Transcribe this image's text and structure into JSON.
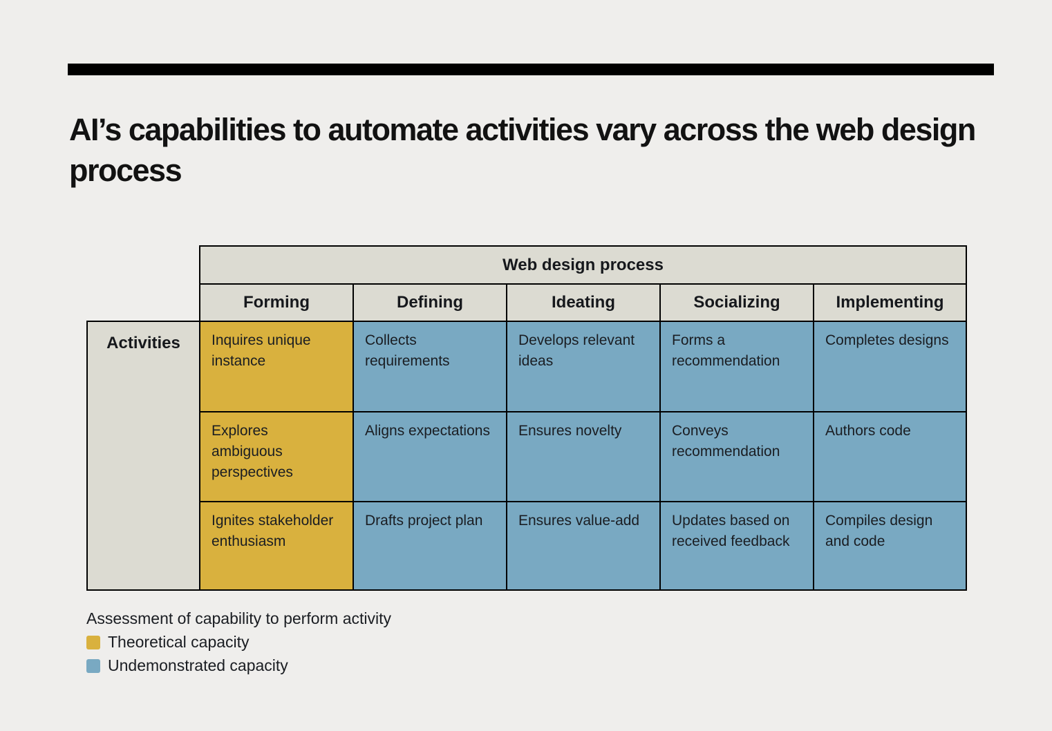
{
  "page": {
    "title": "AI’s capabilities to automate activities vary across the web design process"
  },
  "table": {
    "group_header": "Web design process",
    "row_header": "Activities",
    "columns": [
      "Forming",
      "Defining",
      "Ideating",
      "Socializing",
      "Implementing"
    ],
    "rows": [
      [
        "Inquires unique instance",
        "Collects requirements",
        "Develops relevant ideas",
        "Forms a recommendation",
        "Completes designs"
      ],
      [
        "Explores ambiguous perspectives",
        "Aligns expectations",
        "Ensures novelty",
        "Conveys recommendation",
        "Authors code"
      ],
      [
        "Ignites stakeholder enthusiasm",
        "Drafts project plan",
        "Ensures value-add",
        "Updates based on received feedback",
        "Compiles design and code"
      ]
    ],
    "capacity_by_column": [
      "theoretical",
      "undemonstrated",
      "undemonstrated",
      "undemonstrated",
      "undemonstrated"
    ]
  },
  "legend": {
    "title": "Assessment of capability to perform activity",
    "items": [
      {
        "label": "Theoretical capacity",
        "color": "#d9b13e"
      },
      {
        "label": "Undemonstrated capacity",
        "color": "#79a9c2"
      }
    ]
  },
  "colors": {
    "background": "#efeeec",
    "header_fill": "#dcdbd2",
    "theoretical": "#d9b13e",
    "undemonstrated": "#79a9c2",
    "border": "#000000"
  }
}
